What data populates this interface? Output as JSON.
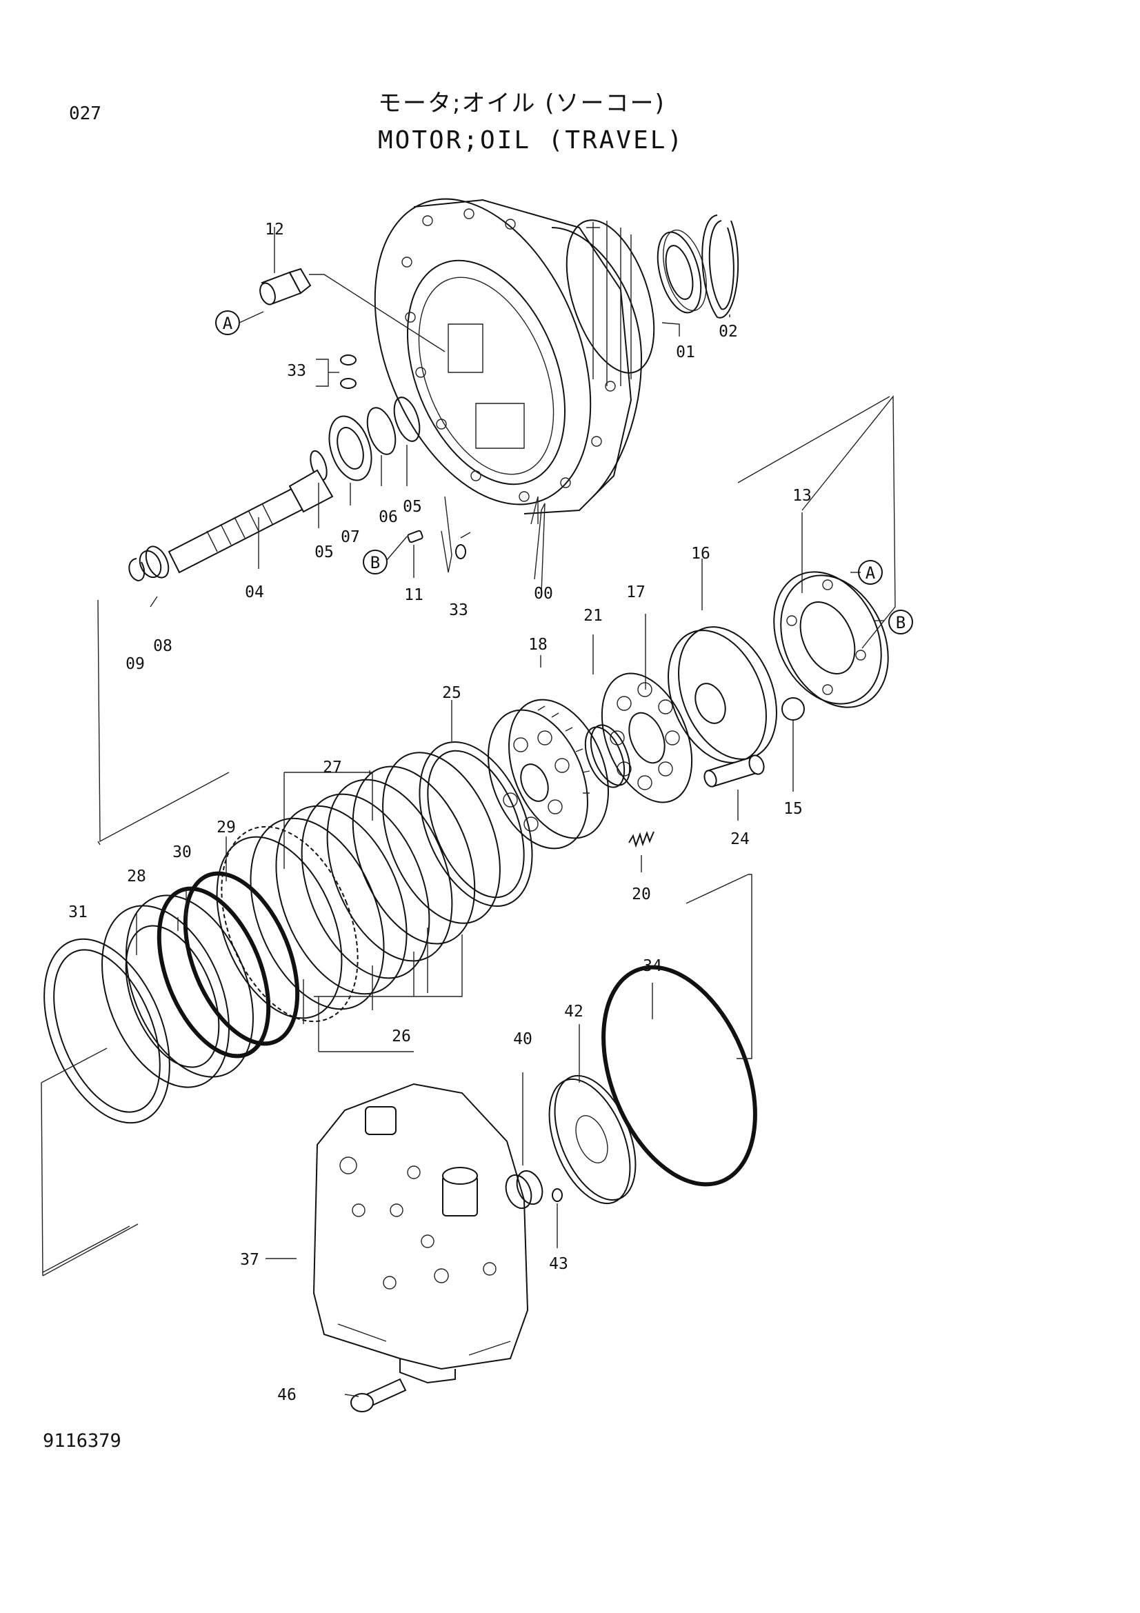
{
  "header": {
    "page_number": "027",
    "title_jp": "モータ;オイル (ソーコー)",
    "title_en": "MOTOR;OIL (TRAVEL)"
  },
  "footer": {
    "drawing_number": "9116379"
  },
  "reference_markers": [
    "A",
    "B"
  ],
  "part_numbers": [
    "00",
    "01",
    "02",
    "04",
    "05",
    "06",
    "07",
    "08",
    "09",
    "11",
    "12",
    "13",
    "15",
    "16",
    "17",
    "18",
    "20",
    "21",
    "24",
    "25",
    "26",
    "27",
    "28",
    "29",
    "30",
    "31",
    "33",
    "34",
    "37",
    "40",
    "42",
    "43",
    "46"
  ]
}
